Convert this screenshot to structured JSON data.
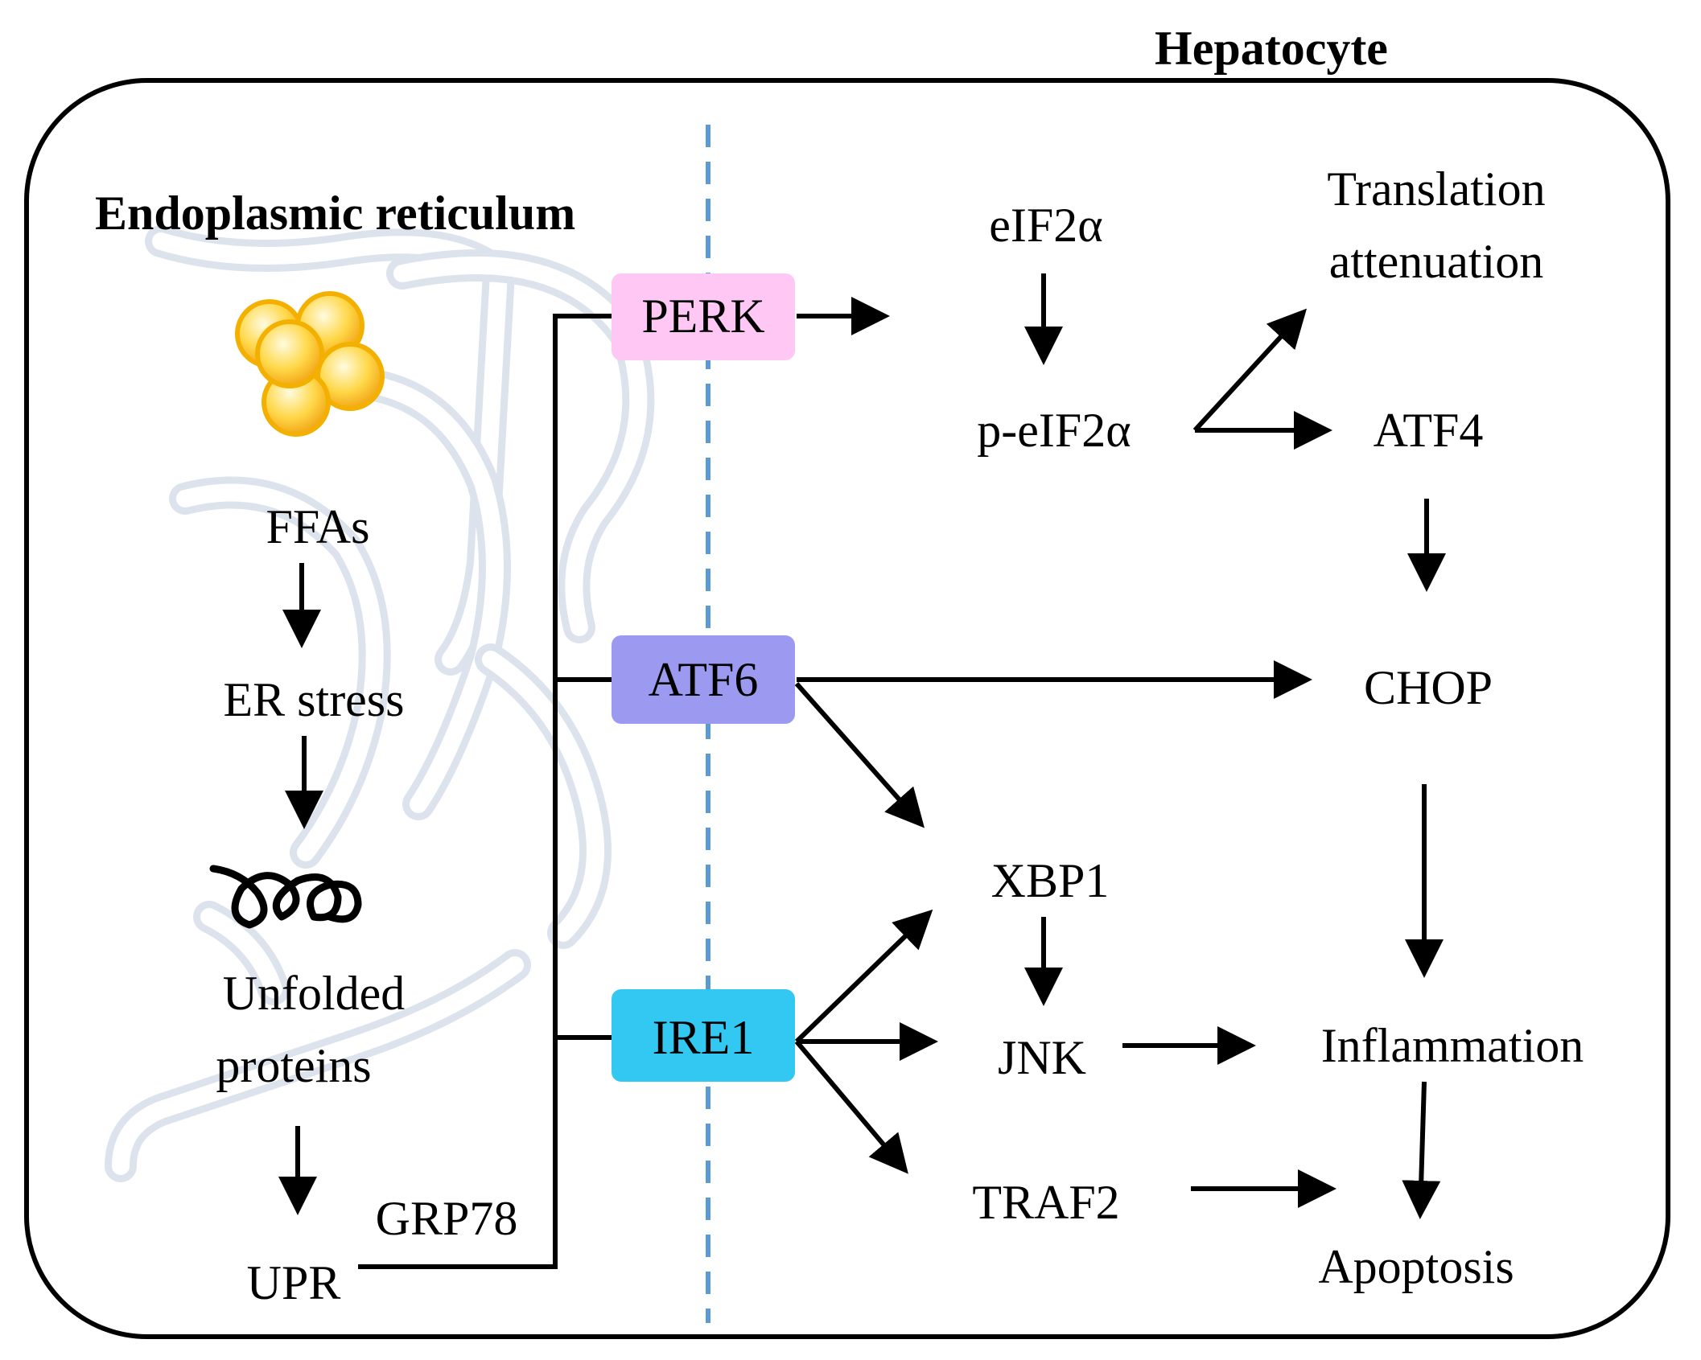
{
  "title": "Hepatocyte",
  "er_label": "Endoplasmic reticulum",
  "left_chain": {
    "ffas": "FFAs",
    "er_stress": "ER stress",
    "unfolded_1": "Unfolded",
    "unfolded_2": "proteins",
    "upr": "UPR",
    "grp78": "GRP78"
  },
  "sensors": {
    "perk": {
      "label": "PERK",
      "color": "#ffc7f4"
    },
    "atf6": {
      "label": "ATF6",
      "color": "#9b9af0"
    },
    "ire1": {
      "label": "IRE1",
      "color": "#33c8f2"
    }
  },
  "nodes": {
    "eif2a": "eIF2α",
    "p_eif2a": "p-eIF2α",
    "translation_1": "Translation",
    "translation_2": "attenuation",
    "atf4": "ATF4",
    "chop": "CHOP",
    "xbp1": "XBP1",
    "jnk": "JNK",
    "traf2": "TRAF2",
    "inflammation": "Inflammation",
    "apoptosis": "Apoptosis"
  },
  "colors": {
    "divider": "#5b9bd5",
    "lipid_droplet": "#fcd03a",
    "er_membrane": "#dde3ec"
  },
  "icons": [
    "lipid-droplet-icon",
    "unfolded-protein-icon"
  ]
}
